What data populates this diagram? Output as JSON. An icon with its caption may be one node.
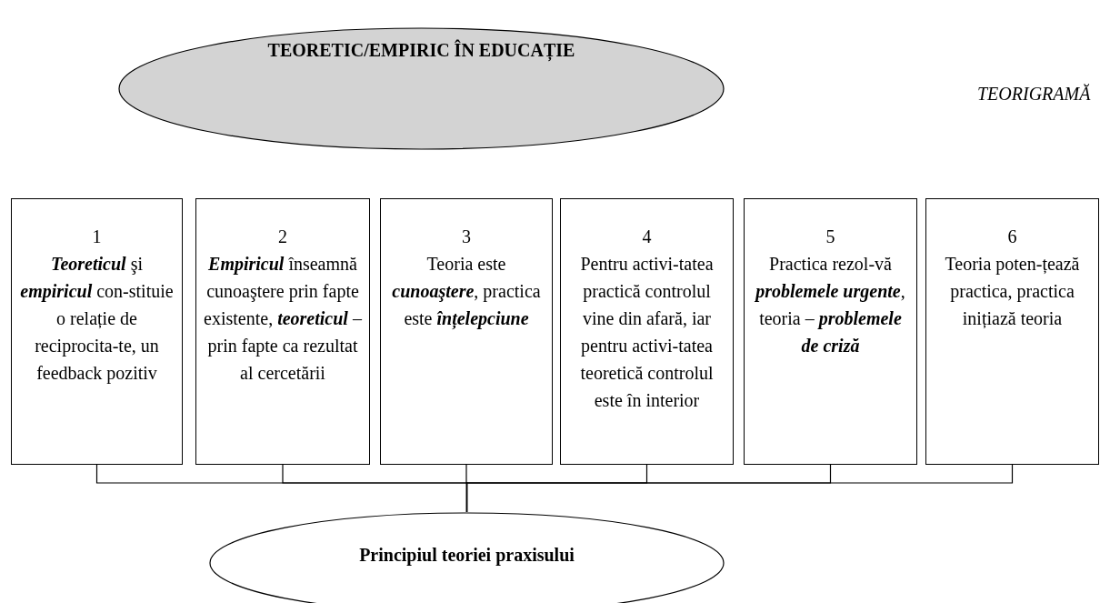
{
  "diagram": {
    "nodes": [
      {
        "text": [
          "TEORETIC/EMPIRIC ÎN EDUCAȚIE"
        ]
      },
      {
        "text": [
          "1",
          "**Teoreticul** şi **empiricul** con-stituie o relație de reciprocita-te, un feedback pozitiv"
        ]
      },
      {
        "text": [
          "2",
          "**Empiricul** înseamnă cunoaştere prin fapte existente, **teoreticul** – prin fapte ca rezultat al cercetării"
        ]
      },
      {
        "text": [
          "3",
          "Teoria este **cunoaştere**, practica este **înțelepciune**"
        ]
      },
      {
        "text": [
          "4",
          "Pentru activi-tatea practică controlul vine din afară, iar pentru activi-tatea teoretică controlul este în interior"
        ]
      },
      {
        "text": [
          "5",
          "Practica rezol-vă **problemele urgente**, teoria – **problemele de criză**"
        ]
      },
      {
        "text": [
          "6",
          "Teoria poten-țează practica, practica inițiază teoria"
        ]
      },
      {
        "text": [
          "Principiul teoriei praxisului"
        ]
      }
    ],
    "edges": [
      {
        "from": 1,
        "to": 7,
        "arrow": "none"
      },
      {
        "from": 2,
        "to": 7,
        "arrow": "none"
      },
      {
        "from": 3,
        "to": 7,
        "arrow": "none"
      },
      {
        "from": 4,
        "to": 7,
        "arrow": "none"
      },
      {
        "from": 5,
        "to": 7,
        "arrow": "none"
      },
      {
        "from": 6,
        "to": 7,
        "arrow": "none"
      }
    ],
    "labels": [
      "TEORIGRAMĂ"
    ]
  }
}
